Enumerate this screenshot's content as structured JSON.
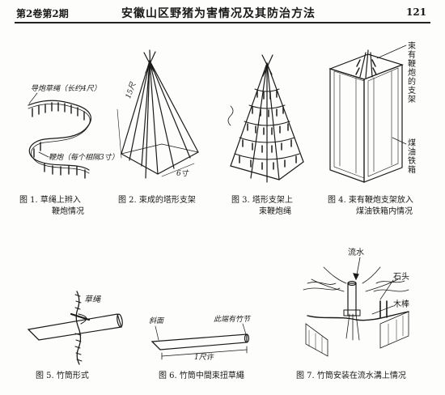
{
  "header": {
    "issue": "第2卷第2期",
    "title": "安徽山区野猪为害情况及其防治方法",
    "page_number": "121"
  },
  "figures": [
    {
      "caption_1": "图 1.  草绳上辫入",
      "caption_2": "鞭炮情况",
      "labels": {
        "rope": "导炮草绳（长约4尺）",
        "firecracker": "鞭炮（每个相隔3寸）"
      }
    },
    {
      "caption_1": "图 2.  束成的塔形支架",
      "caption_2": "",
      "labels": {
        "height": "15尺",
        "base": "6寸"
      }
    },
    {
      "caption_1": "图 3.  塔形支架上",
      "caption_2": "束鞭炮绳"
    },
    {
      "caption_1": "图 4.  束有鞭炮支架放入",
      "caption_2": "煤油铁箱内情况",
      "labels": {
        "frame": "束有鞭炮的支架",
        "box": "煤油铁箱"
      }
    },
    {
      "caption_1": "图 5.  竹筒形式",
      "caption_2": "",
      "labels": {
        "rope": "草绳"
      }
    },
    {
      "caption_1": "图 6.  竹筒中間束扭草繩",
      "caption_2": "",
      "labels": {
        "slant": "斜面",
        "node": "此端有竹节",
        "length": "1尺许"
      }
    },
    {
      "caption_1": "图 7.  竹筒安装在流水溝上情况",
      "caption_2": "",
      "labels": {
        "water": "流水",
        "stone": "石头",
        "stick": "木棒"
      }
    }
  ]
}
